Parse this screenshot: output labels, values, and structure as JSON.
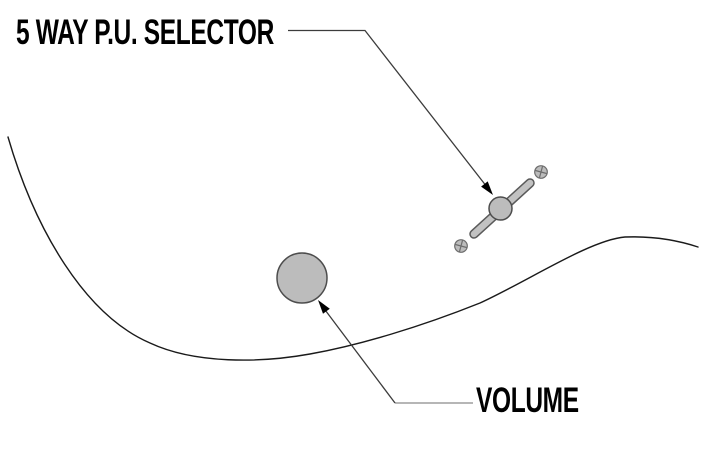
{
  "diagram": {
    "labels": {
      "selector": "5 WAY P.U. SELECTOR",
      "volume": "VOLUME"
    },
    "parts": [
      {
        "id": "pickup-selector-switch",
        "label": "5 WAY P.U. SELECTOR"
      },
      {
        "id": "volume-knob",
        "label": "VOLUME"
      },
      {
        "id": "guitar-body-outline",
        "label": ""
      }
    ],
    "colors": {
      "background": "#ffffff",
      "label_text": "#000000",
      "body_outline": "#1a1a1a",
      "leader_dark": "#3c3c3c",
      "leader_light": "#ababab",
      "arrow": "#000000",
      "part_fill": "#bcbcbc",
      "part_stroke": "#4d4d4d",
      "screw_stroke": "#6e6e6e"
    }
  }
}
